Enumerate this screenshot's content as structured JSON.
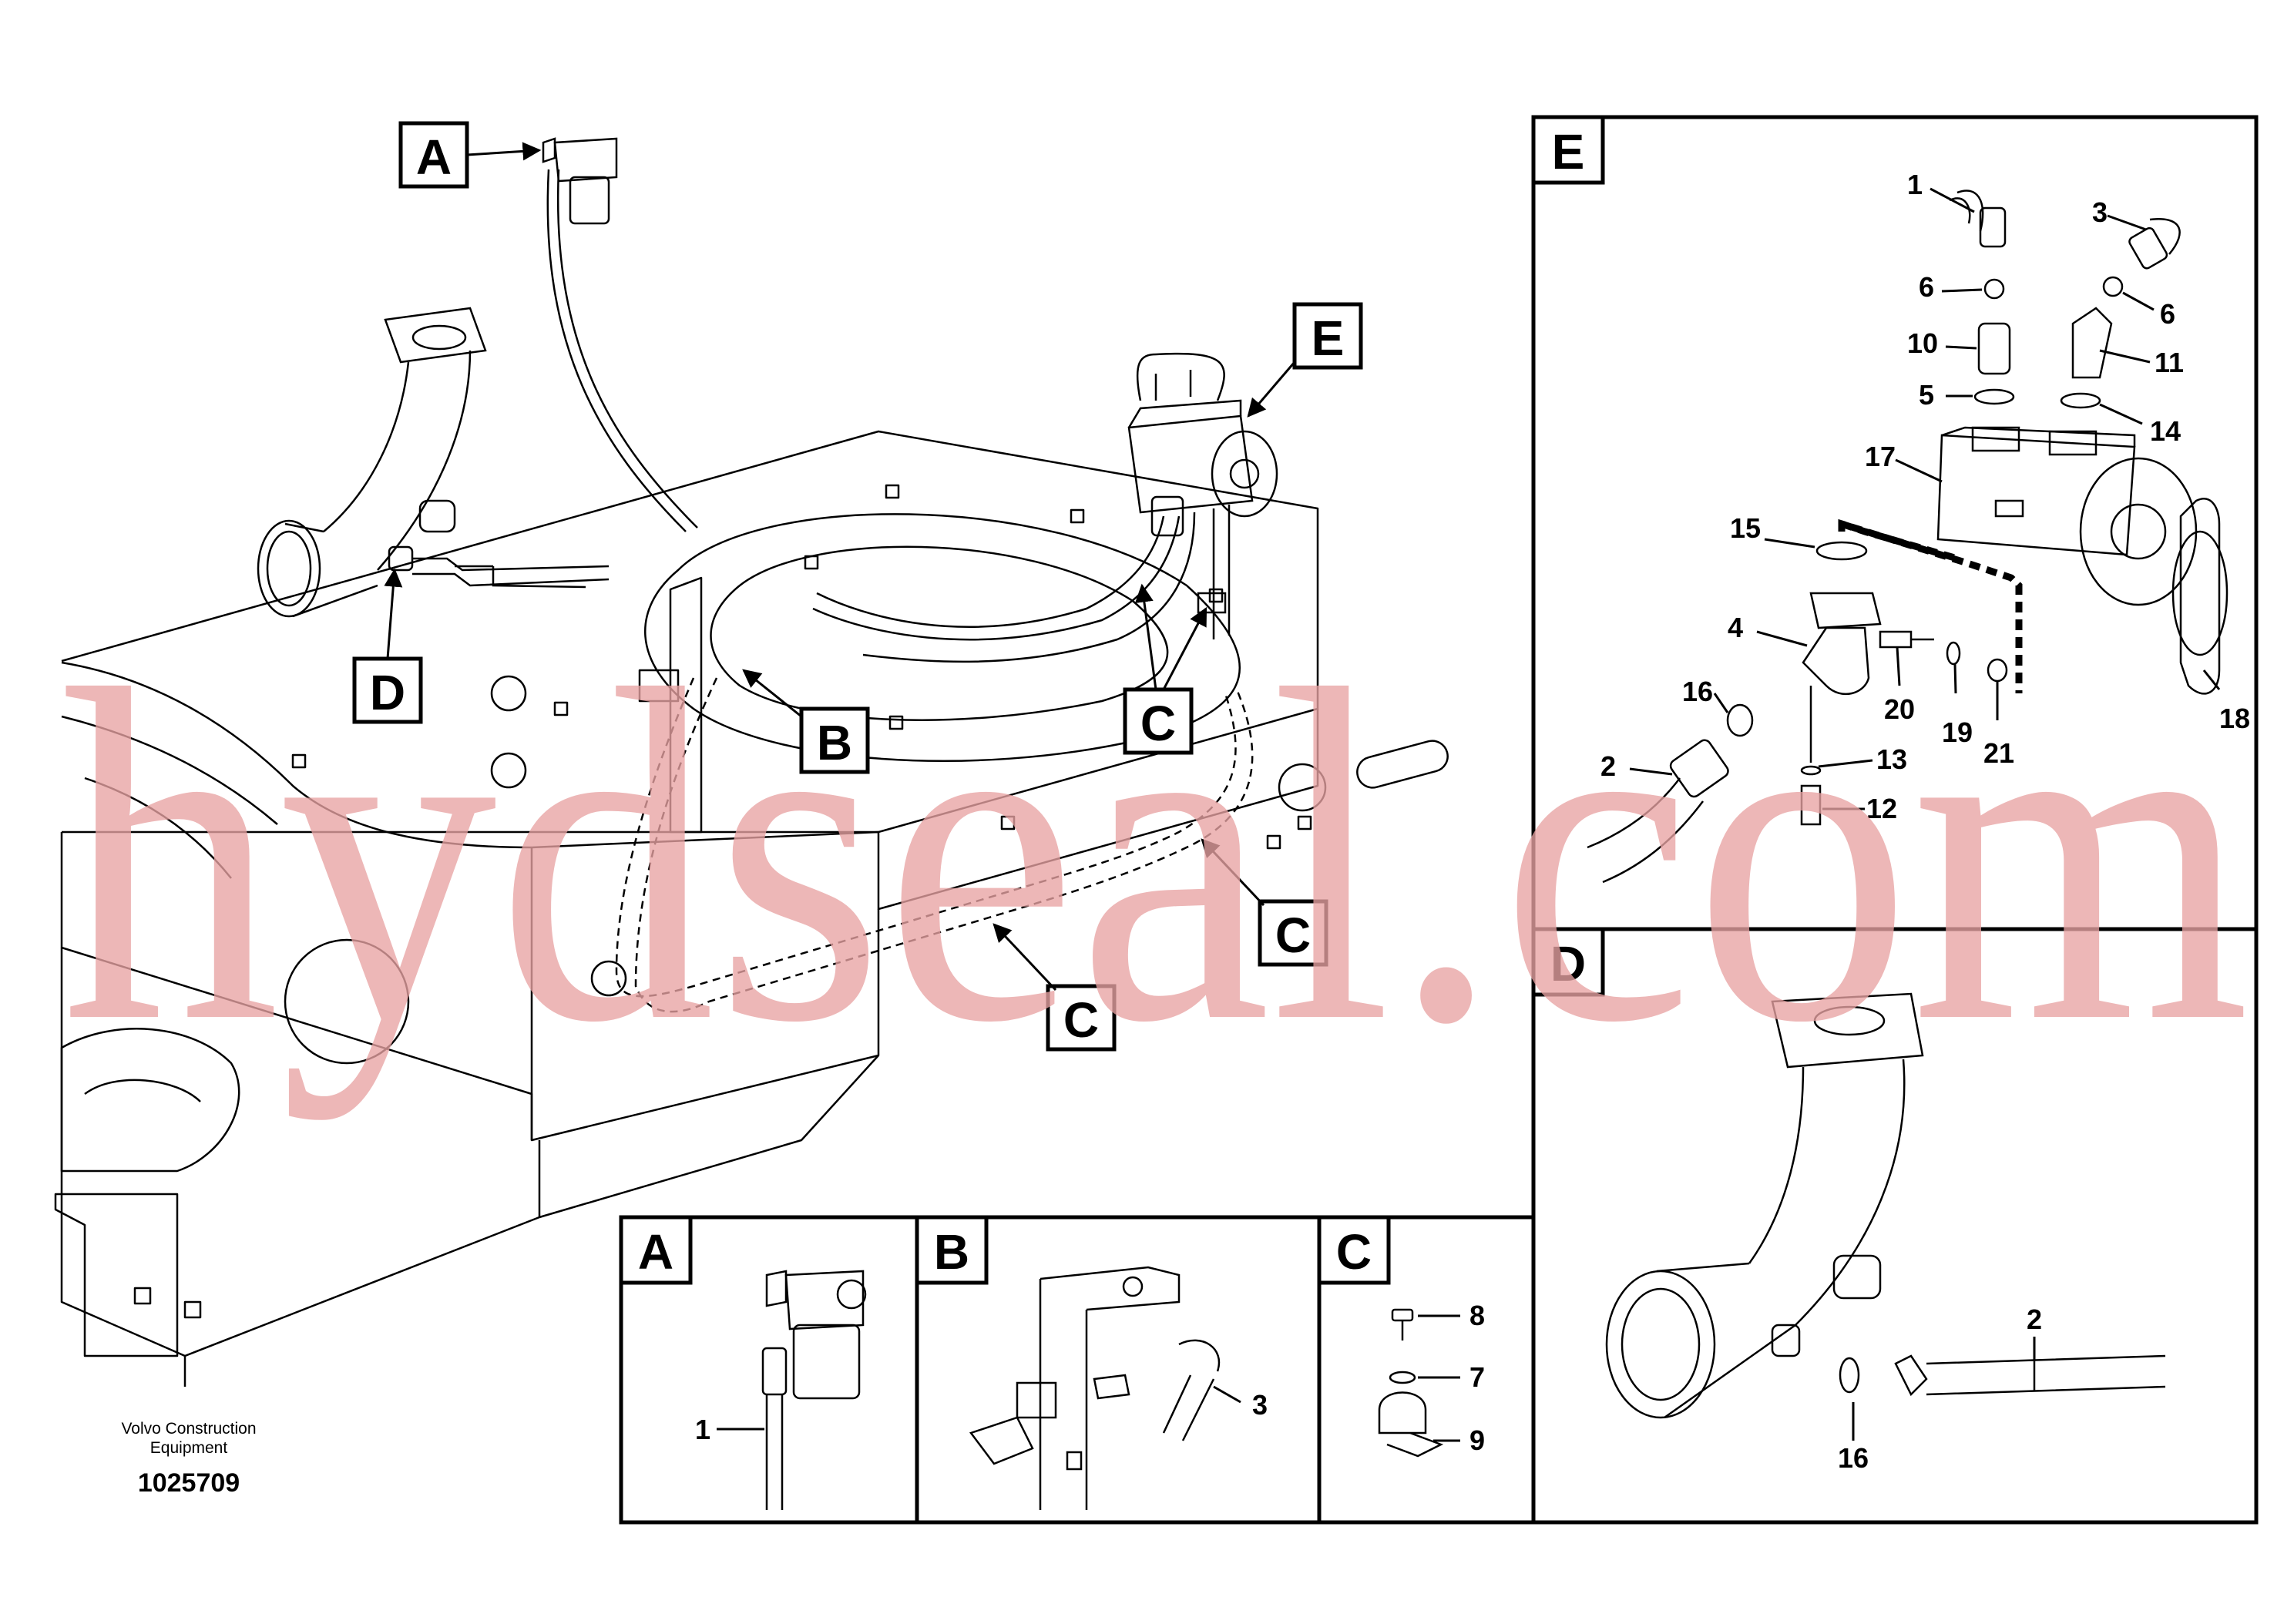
{
  "main_callouts": [
    "A",
    "B",
    "C",
    "D",
    "E"
  ],
  "inset_E": {
    "title": "E",
    "parts": [
      "1",
      "2",
      "3",
      "4",
      "5",
      "6",
      "10",
      "11",
      "12",
      "13",
      "14",
      "15",
      "16",
      "17",
      "18",
      "19",
      "20",
      "21"
    ]
  },
  "inset_D": {
    "title": "D",
    "parts": [
      "2",
      "16"
    ]
  },
  "inset_A": {
    "title": "A",
    "parts": [
      "1"
    ]
  },
  "inset_B": {
    "title": "B",
    "parts": [
      "3"
    ]
  },
  "inset_C": {
    "title": "C",
    "parts": [
      "7",
      "8",
      "9"
    ]
  },
  "credit": {
    "company": "Volvo Construction\nEquipment",
    "drawing_number": "1025709"
  },
  "watermark": "hydseal.com"
}
